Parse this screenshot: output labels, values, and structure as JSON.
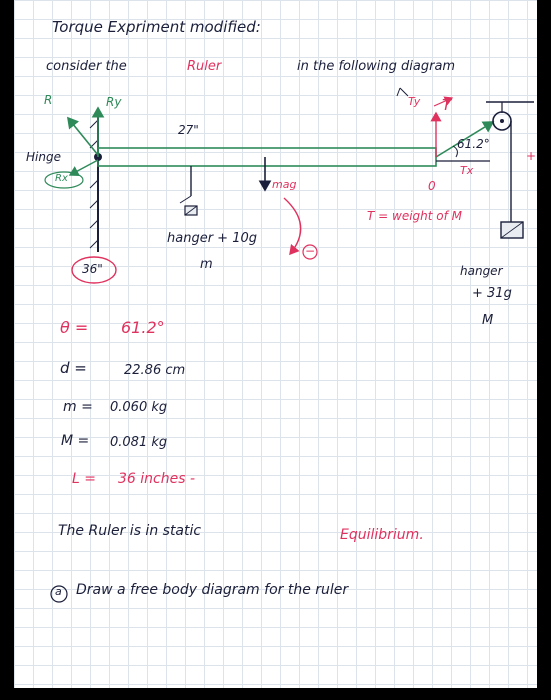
{
  "notes": {
    "title": "Torque Expriment modified:",
    "consider_line": {
      "start": "consider the",
      "object": "Ruler",
      "end": "in the following diagram"
    }
  },
  "diagram": {
    "labels": {
      "r_vec": "R",
      "ry": "Ry",
      "hinge": "Hinge",
      "rx": "Rx",
      "length_27": "27\"",
      "mg": "mag",
      "hanger_m": "hanger + 10g",
      "m": "m",
      "length_36": "36\"",
      "ty": "Ty",
      "t_vec": "T",
      "angle": "61.2°",
      "tx": "Tx",
      "zero": "0",
      "t_eq": "T = weight of M",
      "hanger_M": "hanger",
      "plus_31g": "+ 31g",
      "M": "M",
      "minus": "−",
      "plus": "+"
    }
  },
  "values": [
    {
      "label": "θ =",
      "value": "61.2°",
      "color": "pink"
    },
    {
      "label": "d =",
      "value": "22.86 cm",
      "color": "dark"
    },
    {
      "label": "m =",
      "value": "0.060 kg",
      "color": "dark"
    },
    {
      "label": "M =",
      "value": "0.081 kg",
      "color": "dark"
    },
    {
      "label": "L =",
      "value": "36 inches -",
      "color": "pink"
    }
  ],
  "statement": {
    "part1": "The Ruler is in static",
    "part2": "Equilibrium."
  },
  "question": {
    "marker": "a",
    "text": "Draw a free body diagram for the ruler"
  },
  "colors": {
    "ink": "#1b1f3a",
    "pink": "#e0325f",
    "green": "#2f8a5a",
    "grid": "#dde3ea"
  }
}
